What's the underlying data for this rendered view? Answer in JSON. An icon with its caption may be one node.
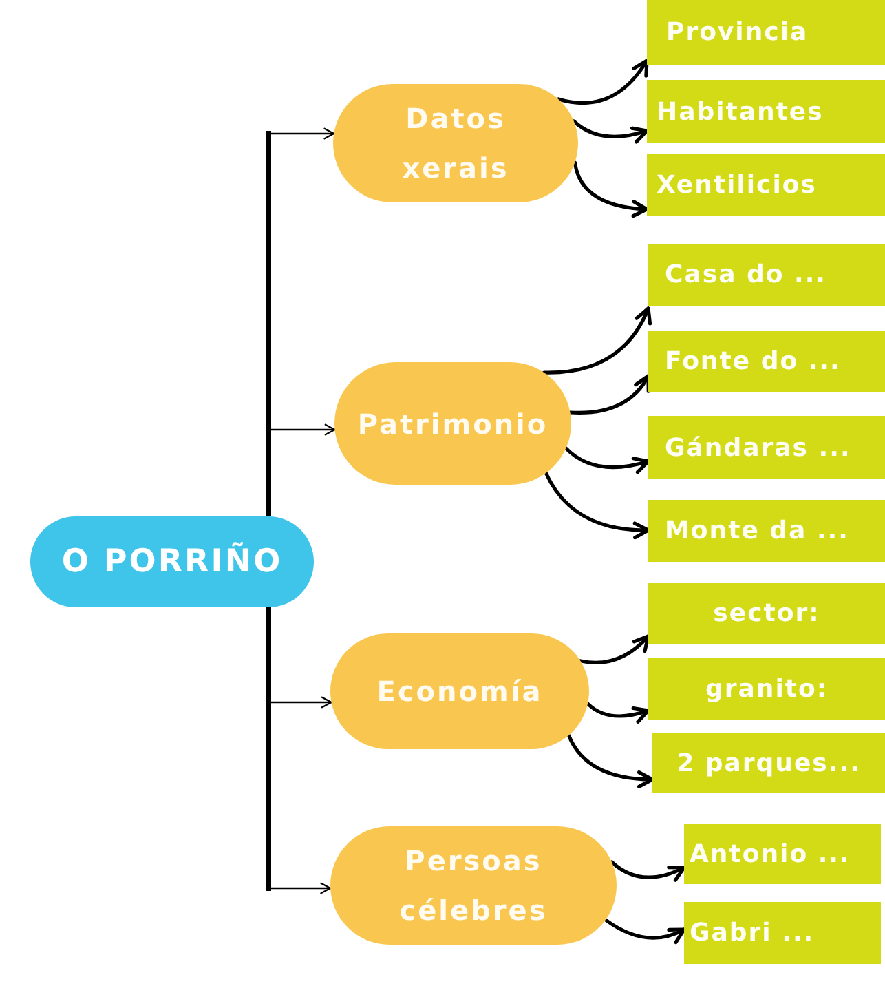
{
  "diagram": {
    "nodes": [
      {
        "text": [
          "O PORRIÑO"
        ]
      },
      {
        "text": [
          "Datos xerais"
        ]
      },
      {
        "text": [
          "Provincia"
        ]
      },
      {
        "text": [
          "Habitantes"
        ]
      },
      {
        "text": [
          "Xentilicios"
        ]
      },
      {
        "text": [
          "Patrimonio"
        ]
      },
      {
        "text": [
          "Casa do ..."
        ]
      },
      {
        "text": [
          "Fonte do ..."
        ]
      },
      {
        "text": [
          "Gándaras ..."
        ]
      },
      {
        "text": [
          "Monte da ..."
        ]
      },
      {
        "text": [
          "Economía"
        ]
      },
      {
        "text": [
          "sector:"
        ]
      },
      {
        "text": [
          "granito:"
        ]
      },
      {
        "text": [
          "2 parques..."
        ]
      },
      {
        "text": [
          "Persoas célebres"
        ]
      },
      {
        "text": [
          "Antonio ..."
        ]
      },
      {
        "text": [
          "Gabri ..."
        ]
      }
    ],
    "edges": [
      {
        "from": 0,
        "to": 1,
        "arrow": "to"
      },
      {
        "from": 0,
        "to": 5,
        "arrow": "to"
      },
      {
        "from": 0,
        "to": 10,
        "arrow": "to"
      },
      {
        "from": 0,
        "to": 14,
        "arrow": "to"
      },
      {
        "from": 1,
        "to": 2,
        "arrow": "to"
      },
      {
        "from": 1,
        "to": 3,
        "arrow": "to"
      },
      {
        "from": 1,
        "to": 4,
        "arrow": "to"
      },
      {
        "from": 5,
        "to": 6,
        "arrow": "to"
      },
      {
        "from": 5,
        "to": 7,
        "arrow": "to"
      },
      {
        "from": 5,
        "to": 8,
        "arrow": "to"
      },
      {
        "from": 5,
        "to": 9,
        "arrow": "to"
      },
      {
        "from": 10,
        "to": 11,
        "arrow": "to"
      },
      {
        "from": 10,
        "to": 12,
        "arrow": "to"
      },
      {
        "from": 10,
        "to": 13,
        "arrow": "to"
      },
      {
        "from": 14,
        "to": 15,
        "arrow": "to"
      },
      {
        "from": 14,
        "to": 16,
        "arrow": "to"
      }
    ]
  }
}
